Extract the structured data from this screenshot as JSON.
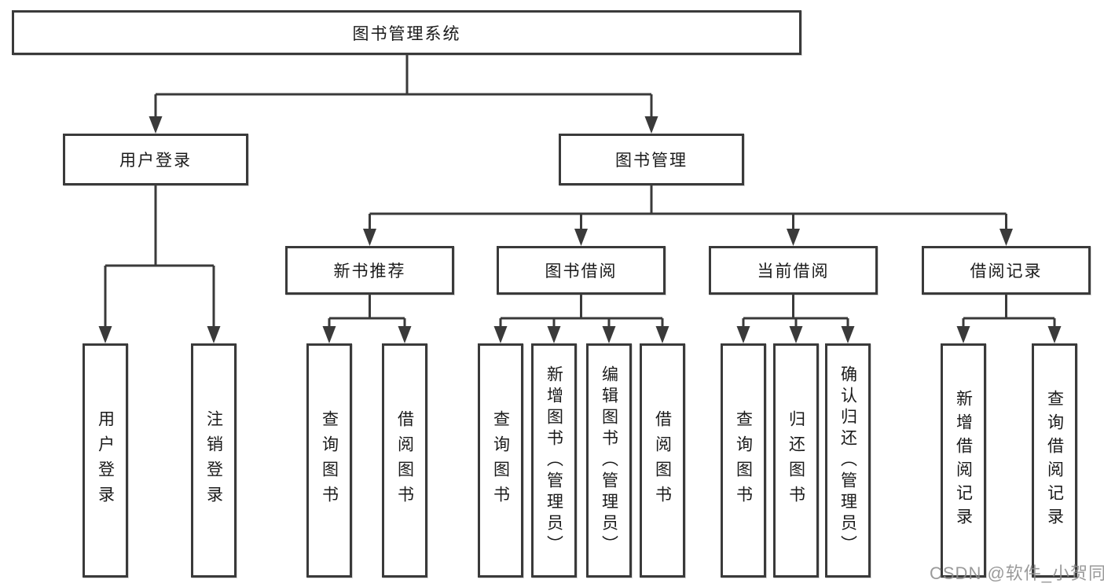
{
  "diagram": {
    "type": "tree",
    "title": "图书管理系统",
    "tree": {
      "root": {
        "label": "图书管理系统"
      },
      "branches": [
        {
          "label": "用户登录",
          "children": [
            {
              "label": "用户登录"
            },
            {
              "label": "注销登录"
            }
          ]
        },
        {
          "label": "图书管理",
          "children": [
            {
              "label": "新书推荐",
              "children": [
                {
                  "label": "查询图书"
                },
                {
                  "label": "借阅图书"
                }
              ]
            },
            {
              "label": "图书借阅",
              "children": [
                {
                  "label": "查询图书"
                },
                {
                  "label": "新增图书（管理员）"
                },
                {
                  "label": "编辑图书（管理员）"
                },
                {
                  "label": "借阅图书"
                }
              ]
            },
            {
              "label": "当前借阅",
              "children": [
                {
                  "label": "查询图书"
                },
                {
                  "label": "归还图书"
                },
                {
                  "label": "确认归还（管理员）"
                }
              ]
            },
            {
              "label": "借阅记录",
              "children": [
                {
                  "label": "新增借阅记录"
                },
                {
                  "label": "查询借阅记录"
                }
              ]
            }
          ]
        }
      ]
    }
  },
  "watermark": {
    "text": "CSDN @软件_小贺同学"
  },
  "colors": {
    "line": "#3a3a3a",
    "box_border": "#3a3a3a",
    "box_fill": "#ffffff",
    "text": "#1a1a1a",
    "watermark": "#8c8c8c",
    "background": "#ffffff"
  }
}
